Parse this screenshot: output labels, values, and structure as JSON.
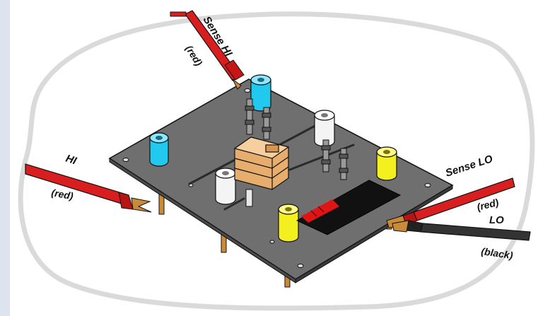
{
  "diagram": {
    "labels": {
      "sense_hi": "Sense HI",
      "sense_hi_color": "(red)",
      "hi": "HI",
      "hi_color": "(red)",
      "sense_lo": "Sense LO",
      "sense_lo_color": "(red)",
      "lo": "LO",
      "lo_color": "(black)"
    },
    "colors": {
      "lead_red": "#d81e1e",
      "lead_black": "#333333",
      "board": "#6f6f6f",
      "outline": "#dadada",
      "jack_cyan": "#22c9ee",
      "jack_yellow": "#f4ef1e",
      "jack_white": "#f4f4f4",
      "relay": "#e7ad6d",
      "display": "#111111",
      "display_segments": "#e01414",
      "panel_strip": "#dde4ef"
    },
    "icons": [
      "clip-lead",
      "banana-jack",
      "relay",
      "led-display",
      "standoff",
      "resistor"
    ]
  }
}
